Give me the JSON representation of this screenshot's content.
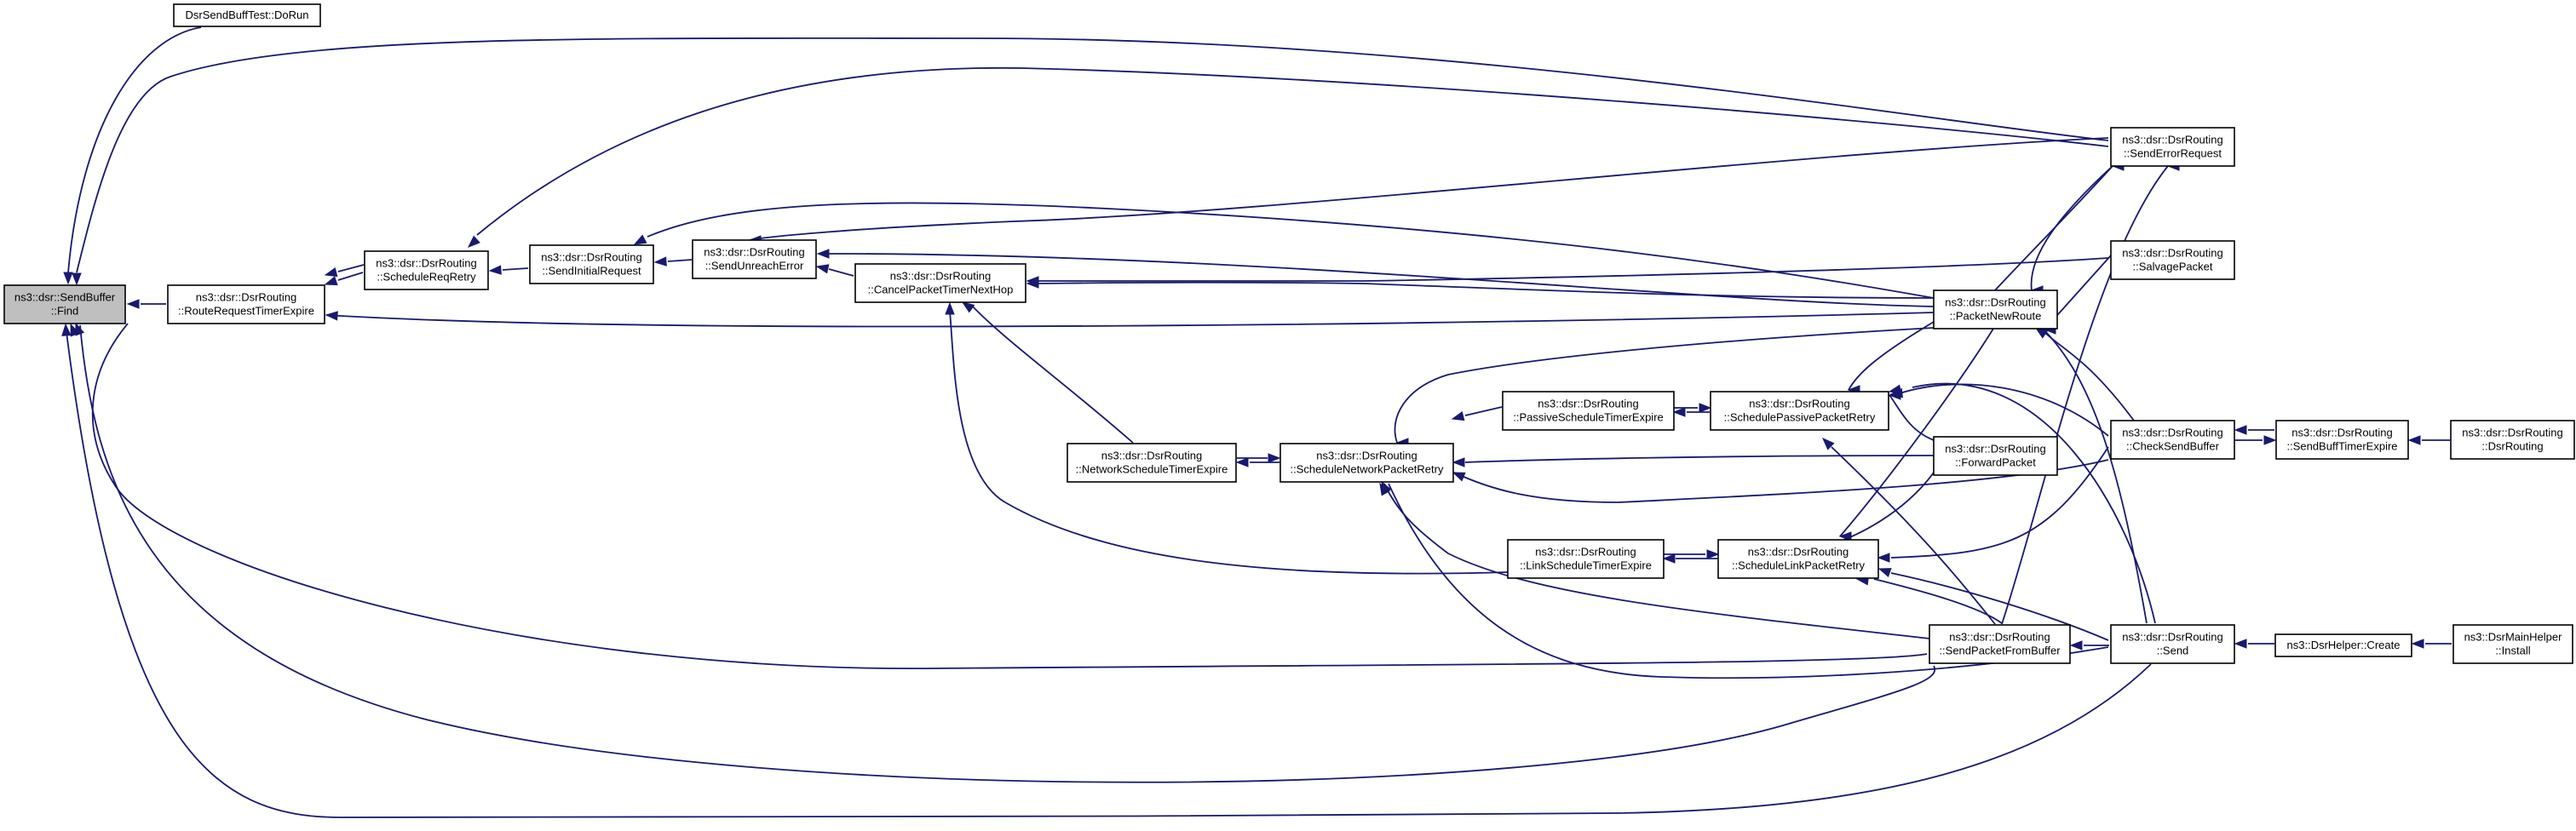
{
  "diagram": {
    "nodes": [
      {
        "id": "find",
        "lines": [
          "ns3::dsr::SendBuffer",
          "::Find"
        ],
        "highlight": true
      },
      {
        "id": "dorun",
        "lines": [
          "DsrSendBuffTest::DoRun"
        ]
      },
      {
        "id": "rrte",
        "lines": [
          "ns3::dsr::DsrRouting",
          "::RouteRequestTimerExpire"
        ]
      },
      {
        "id": "srr",
        "lines": [
          "ns3::dsr::DsrRouting",
          "::ScheduleReqRetry"
        ]
      },
      {
        "id": "sir",
        "lines": [
          "ns3::dsr::DsrRouting",
          "::SendInitialRequest"
        ]
      },
      {
        "id": "sue",
        "lines": [
          "ns3::dsr::DsrRouting",
          "::SendUnreachError"
        ]
      },
      {
        "id": "cptnh",
        "lines": [
          "ns3::dsr::DsrRouting",
          "::CancelPacketTimerNextHop"
        ]
      },
      {
        "id": "nste",
        "lines": [
          "ns3::dsr::DsrRouting",
          "::NetworkScheduleTimerExpire"
        ]
      },
      {
        "id": "snpr",
        "lines": [
          "ns3::dsr::DsrRouting",
          "::ScheduleNetworkPacketRetry"
        ]
      },
      {
        "id": "pste",
        "lines": [
          "ns3::dsr::DsrRouting",
          "::PassiveScheduleTimerExpire"
        ]
      },
      {
        "id": "lste",
        "lines": [
          "ns3::dsr::DsrRouting",
          "::LinkScheduleTimerExpire"
        ]
      },
      {
        "id": "sppr",
        "lines": [
          "ns3::dsr::DsrRouting",
          "::SchedulePassivePacketRetry"
        ]
      },
      {
        "id": "slpr",
        "lines": [
          "ns3::dsr::DsrRouting",
          "::ScheduleLinkPacketRetry"
        ]
      },
      {
        "id": "pnr",
        "lines": [
          "ns3::dsr::DsrRouting",
          "::PacketNewRoute"
        ]
      },
      {
        "id": "fp",
        "lines": [
          "ns3::dsr::DsrRouting",
          "::ForwardPacket"
        ]
      },
      {
        "id": "spfb",
        "lines": [
          "ns3::dsr::DsrRouting",
          "::SendPacketFromBuffer"
        ]
      },
      {
        "id": "ser",
        "lines": [
          "ns3::dsr::DsrRouting",
          "::SendErrorRequest"
        ]
      },
      {
        "id": "sp",
        "lines": [
          "ns3::dsr::DsrRouting",
          "::SalvagePacket"
        ]
      },
      {
        "id": "csb",
        "lines": [
          "ns3::dsr::DsrRouting",
          "::CheckSendBuffer"
        ]
      },
      {
        "id": "send",
        "lines": [
          "ns3::dsr::DsrRouting",
          "::Send"
        ]
      },
      {
        "id": "sbte",
        "lines": [
          "ns3::dsr::DsrRouting",
          "::SendBuffTimerExpire"
        ]
      },
      {
        "id": "dsrrouting",
        "lines": [
          "ns3::dsr::DsrRouting",
          "::DsrRouting"
        ]
      },
      {
        "id": "create",
        "lines": [
          "ns3::DsrHelper::Create"
        ]
      },
      {
        "id": "install",
        "lines": [
          "ns3::DsrMainHelper",
          "::Install"
        ]
      }
    ],
    "edge_color": "#191970"
  }
}
